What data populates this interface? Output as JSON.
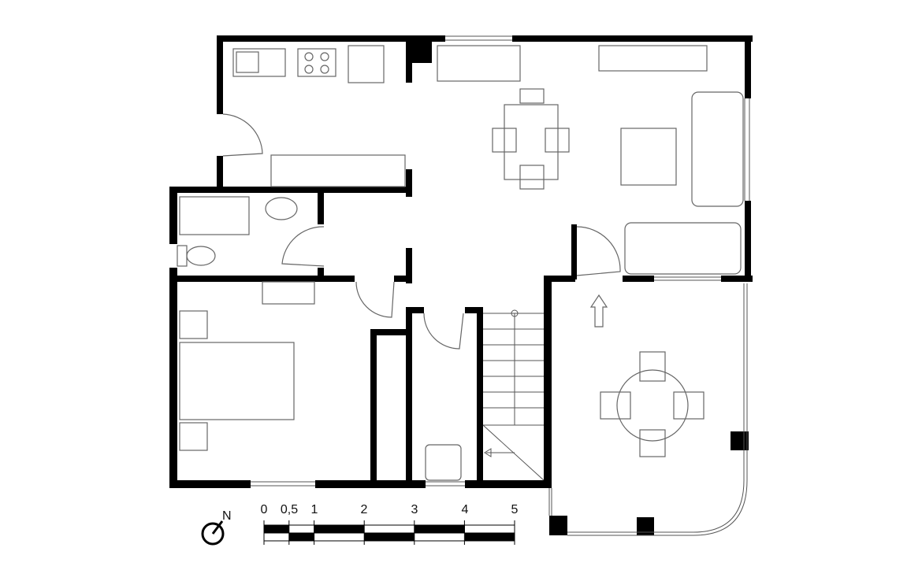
{
  "plan": {
    "north_label": "N",
    "scale_labels": [
      "0",
      "0,5",
      "1",
      "2",
      "3",
      "4",
      "5"
    ],
    "scale_unit_values": [
      0,
      0.5,
      1,
      2,
      3,
      4,
      5
    ],
    "wall_color": "#000000",
    "furniture_color": "#666666"
  }
}
